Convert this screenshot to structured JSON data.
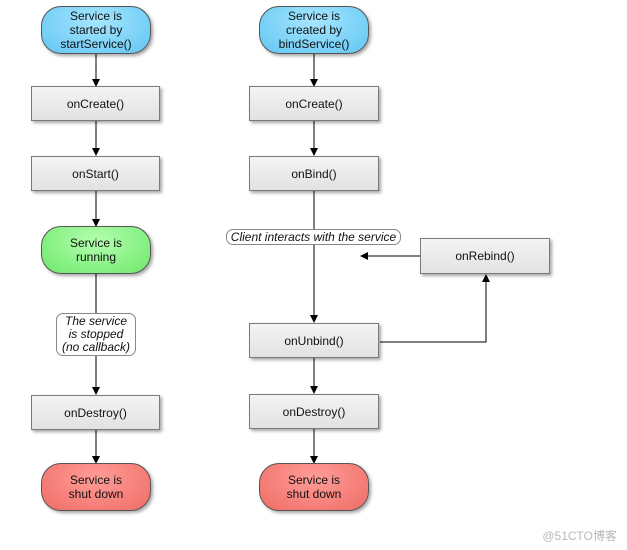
{
  "left": {
    "start_label": "Service is\nstarted by\nstartService()",
    "on_create": "onCreate()",
    "on_start": "onStart()",
    "running_label": "Service is\nrunning",
    "stopped_note": "The service\nis stopped\n(no callback)",
    "on_destroy": "onDestroy()",
    "shutdown_label": "Service is\nshut down"
  },
  "right": {
    "start_label": "Service is\ncreated by\nbindService()",
    "on_create": "onCreate()",
    "on_bind": "onBind()",
    "client_note": "Client interacts with the service",
    "on_rebind": "onRebind()",
    "on_unbind": "onUnbind()",
    "on_destroy": "onDestroy()",
    "shutdown_label": "Service is\nshut down"
  },
  "watermark": "@51CTO博客",
  "colors": {
    "start": "#6ecbf5",
    "running": "#7cf078",
    "shutdown": "#f27570",
    "box": "#e8e8e8",
    "line": "#000000"
  }
}
